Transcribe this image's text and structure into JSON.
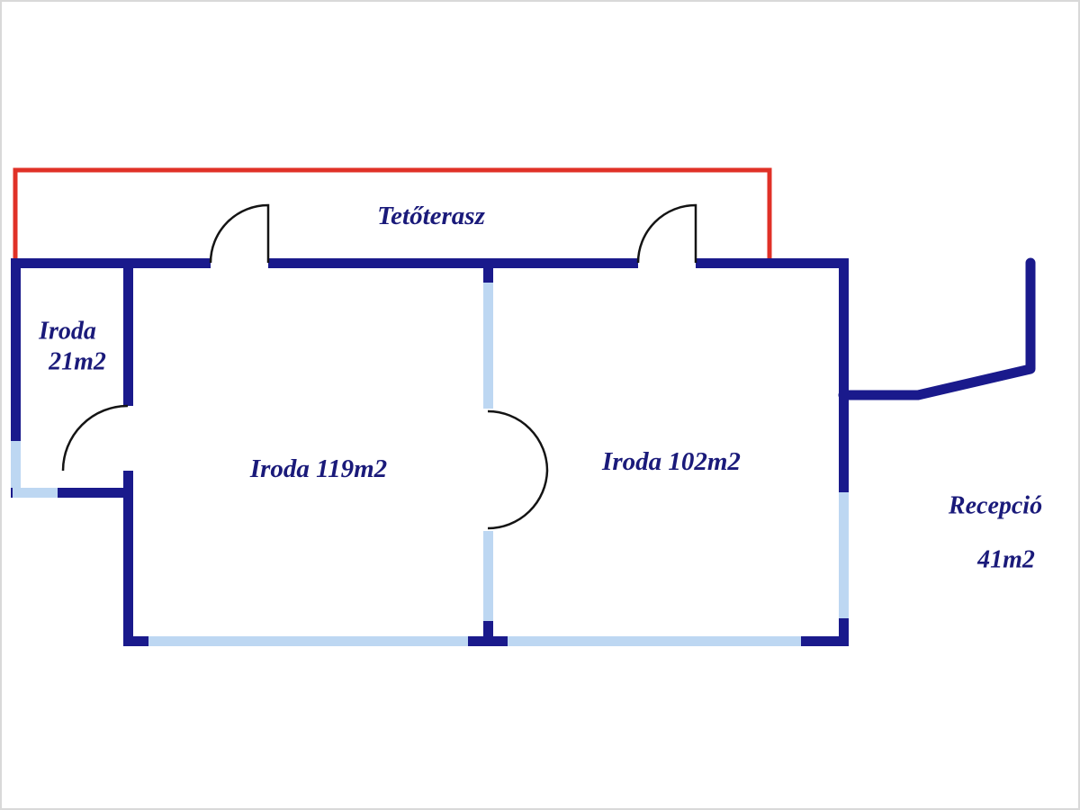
{
  "title": "Floor plan",
  "colors": {
    "wall": "#1a1a8c",
    "window": "#bdd7f2",
    "terrace": "#e03127",
    "door": "#141414",
    "text": "#1a1a7a"
  },
  "rooms": {
    "terrace": {
      "label": "Tetőterasz"
    },
    "office21": {
      "name": "Iroda",
      "area": "21m2"
    },
    "office119": {
      "label": "Iroda 119m2"
    },
    "office102": {
      "label": "Iroda 102m2"
    },
    "reception": {
      "name": "Recepció",
      "area": "41m2"
    }
  }
}
